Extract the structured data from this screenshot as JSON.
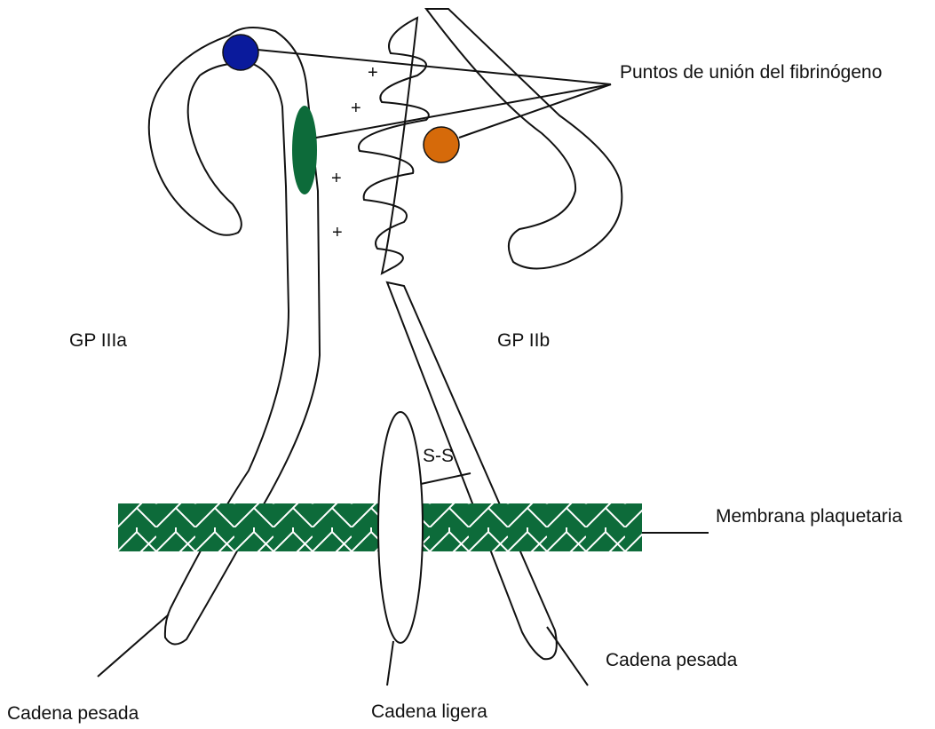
{
  "labels": {
    "fibrinogen_sites": "Puntos de unión del fibrinógeno",
    "gp_iiia": "GP IIIa",
    "gp_iib": "GP IIb",
    "disulfide": "S-S",
    "membrane": "Membrana plaquetaria",
    "heavy_chain_left": "Cadena pesada",
    "light_chain": "Cadena ligera",
    "heavy_chain_right": "Cadena pesada"
  },
  "plus_signs": [
    "+",
    "+",
    "+",
    "+"
  ],
  "colors": {
    "membrane": "#0d6b3a",
    "membrane_hatch": "#ffffff",
    "site_blue": "#0a1a9c",
    "site_green": "#0d6b3a",
    "site_orange": "#d66a0a",
    "stroke": "#111111"
  }
}
